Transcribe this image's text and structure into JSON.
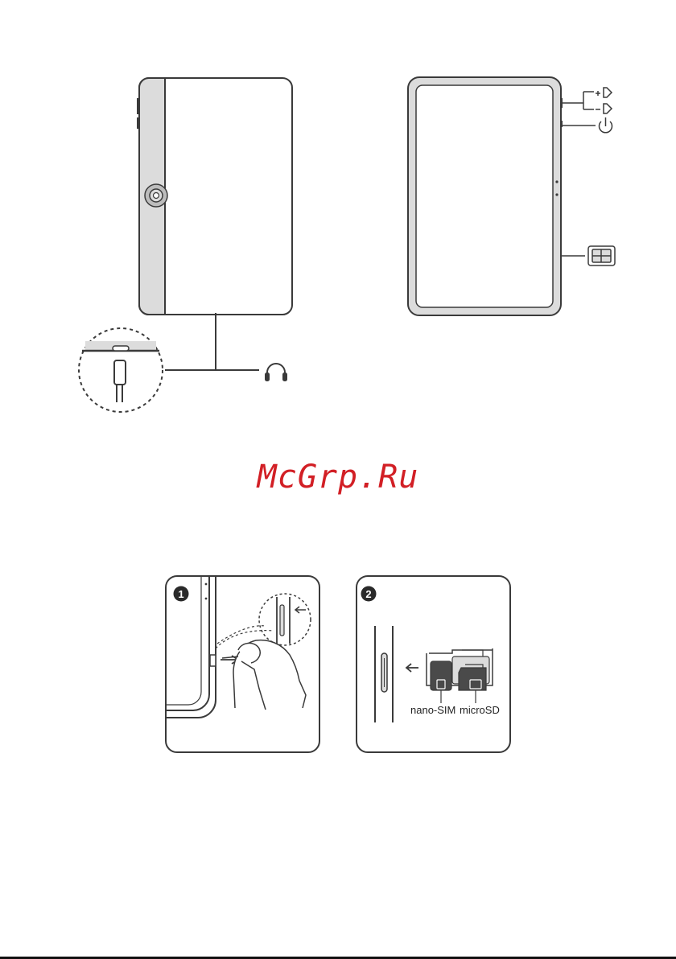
{
  "watermark": {
    "text": "McGrp.Ru"
  },
  "tray": {
    "nano_sim_label": "nano-SIM",
    "microsd_label": "microSD"
  },
  "icons": {
    "volume_up": "volume-up-icon",
    "volume_down": "volume-down-icon",
    "power": "power-icon",
    "sim_card": "sim-card-icon",
    "headphones": "headphones-icon",
    "usb_c": "usb-c-port-icon",
    "step_1": "step-1-badge",
    "step_2": "step-2-badge"
  },
  "colors": {
    "outline": "#3a3a3a",
    "device_fill": "#dcdcdc",
    "watermark": "#d21f25"
  }
}
